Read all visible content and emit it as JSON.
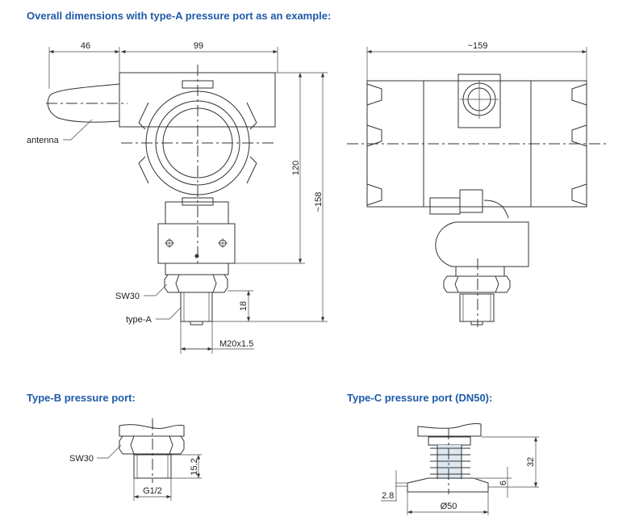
{
  "titles": {
    "main": "Overall dimensions with type-A pressure port as an example:",
    "type_b": "Type-B pressure port:",
    "type_c": "Type-C pressure port (DN50):"
  },
  "front_view": {
    "dim_antenna": "46",
    "dim_width": "99",
    "dim_height_body": "120",
    "dim_height_total": "~158",
    "dim_thread_length": "18",
    "dim_thread": "M20x1.5",
    "label_antenna": "antenna",
    "label_nut": "SW30",
    "label_port": "type-A"
  },
  "side_view": {
    "dim_length": "~159"
  },
  "type_b": {
    "label_nut": "SW30",
    "dim_thread_length": "15.2",
    "dim_thread": "G1/2"
  },
  "type_c": {
    "dim_height": "32",
    "dim_flange": "6",
    "dim_lip": "2.8",
    "dim_diameter": "Ø50"
  },
  "colors": {
    "title": "#1f5aa8"
  }
}
